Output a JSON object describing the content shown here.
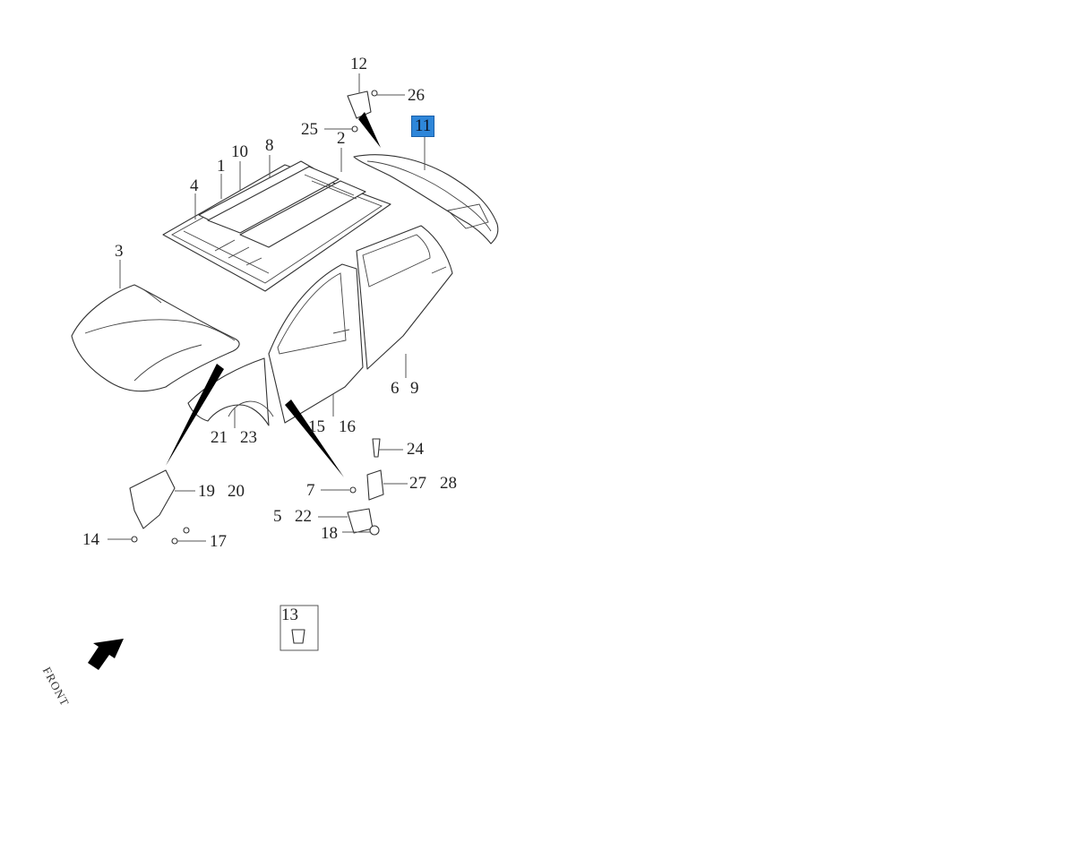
{
  "diagram": {
    "front_label": "FRONT",
    "highlight_color": "#2e86d9",
    "callouts": [
      {
        "id": "c12",
        "label": "12",
        "highlighted": false
      },
      {
        "id": "c26",
        "label": "26",
        "highlighted": false
      },
      {
        "id": "c25",
        "label": "25",
        "highlighted": false
      },
      {
        "id": "c2",
        "label": "2",
        "highlighted": false
      },
      {
        "id": "c11",
        "label": "11",
        "highlighted": true
      },
      {
        "id": "c8",
        "label": "8",
        "highlighted": false
      },
      {
        "id": "c10",
        "label": "10",
        "highlighted": false
      },
      {
        "id": "c1",
        "label": "1",
        "highlighted": false
      },
      {
        "id": "c4",
        "label": "4",
        "highlighted": false
      },
      {
        "id": "c3",
        "label": "3",
        "highlighted": false
      },
      {
        "id": "c6",
        "label": "6",
        "highlighted": false
      },
      {
        "id": "c9",
        "label": "9",
        "highlighted": false
      },
      {
        "id": "c15",
        "label": "15",
        "highlighted": false
      },
      {
        "id": "c16",
        "label": "16",
        "highlighted": false
      },
      {
        "id": "c21",
        "label": "21",
        "highlighted": false
      },
      {
        "id": "c23",
        "label": "23",
        "highlighted": false
      },
      {
        "id": "c24",
        "label": "24",
        "highlighted": false
      },
      {
        "id": "c19",
        "label": "19",
        "highlighted": false
      },
      {
        "id": "c20",
        "label": "20",
        "highlighted": false
      },
      {
        "id": "c7",
        "label": "7",
        "highlighted": false
      },
      {
        "id": "c27",
        "label": "27",
        "highlighted": false
      },
      {
        "id": "c28",
        "label": "28",
        "highlighted": false
      },
      {
        "id": "c5",
        "label": "5",
        "highlighted": false
      },
      {
        "id": "c22",
        "label": "22",
        "highlighted": false
      },
      {
        "id": "c18",
        "label": "18",
        "highlighted": false
      },
      {
        "id": "c14",
        "label": "14",
        "highlighted": false
      },
      {
        "id": "c17",
        "label": "17",
        "highlighted": false
      },
      {
        "id": "c13",
        "label": "13",
        "highlighted": false
      }
    ]
  }
}
